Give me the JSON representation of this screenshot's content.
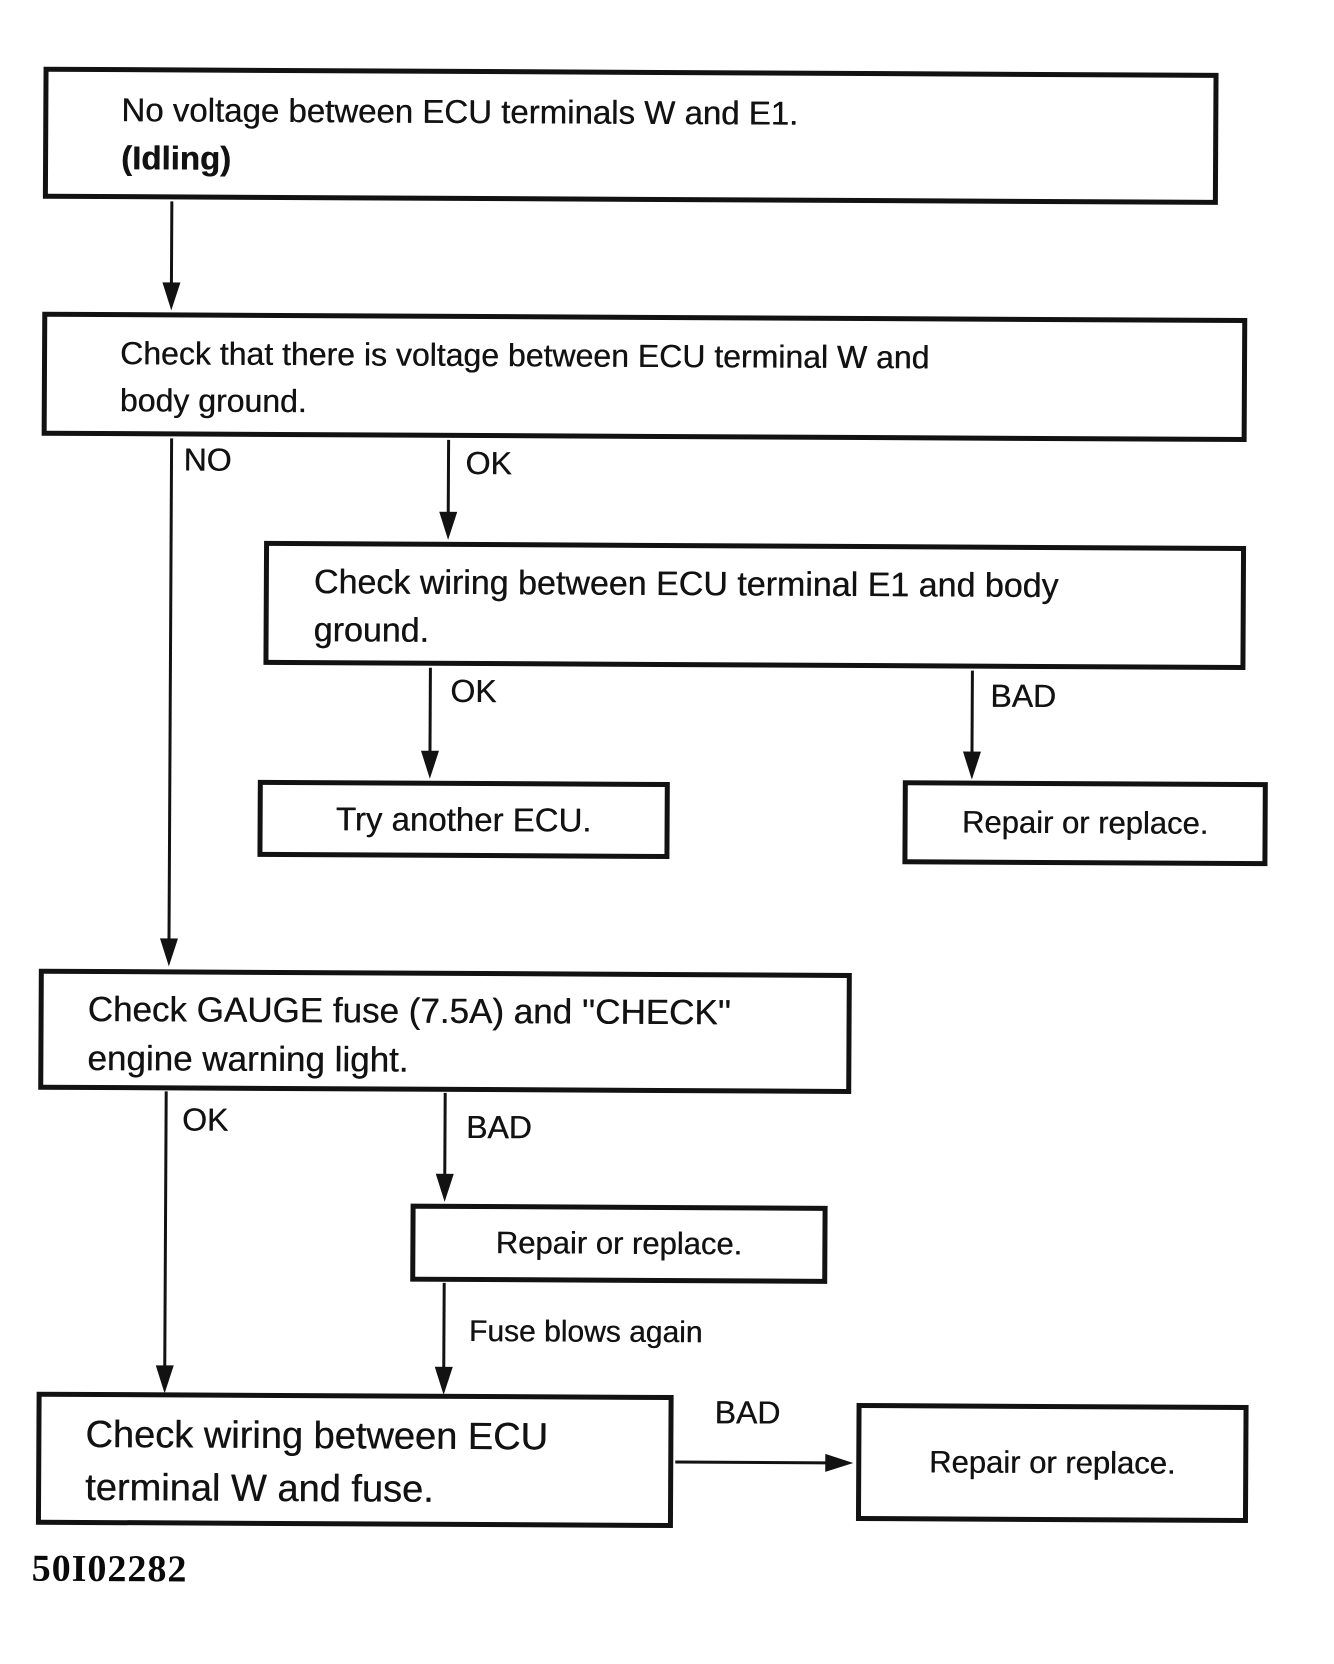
{
  "diagram": {
    "figure_id": "50I02282",
    "colors": {
      "ink": "#121212",
      "background": "#ffffff"
    },
    "nodes": {
      "start": {
        "lines": [
          "No voltage between ECU terminals W and E1.",
          "(Idling)"
        ]
      },
      "check_voltage_w_body_ground": {
        "lines": [
          "Check that there is voltage between ECU terminal W and",
          "body ground."
        ]
      },
      "check_wiring_e1_body_ground": {
        "lines": [
          "Check wiring between ECU terminal E1 and body",
          "ground."
        ]
      },
      "try_another_ecu": {
        "lines": [
          "Try another ECU."
        ]
      },
      "repair_or_replace_1": {
        "lines": [
          "Repair or replace."
        ]
      },
      "check_gauge_fuse": {
        "lines": [
          "Check GAUGE fuse (7.5A) and ''CHECK''",
          "engine warning light."
        ]
      },
      "repair_or_replace_2": {
        "lines": [
          "Repair or replace."
        ]
      },
      "check_wiring_w_fuse": {
        "lines": [
          "Check wiring between ECU",
          "terminal W and fuse."
        ]
      },
      "repair_or_replace_3": {
        "lines": [
          "Repair or replace."
        ]
      }
    },
    "edge_labels": {
      "no": "NO",
      "ok_1": "OK",
      "ok_2": "OK",
      "bad_1": "BAD",
      "ok_3": "OK",
      "bad_2": "BAD",
      "fuse_blows_again": "Fuse blows again",
      "bad_3": "BAD"
    }
  }
}
